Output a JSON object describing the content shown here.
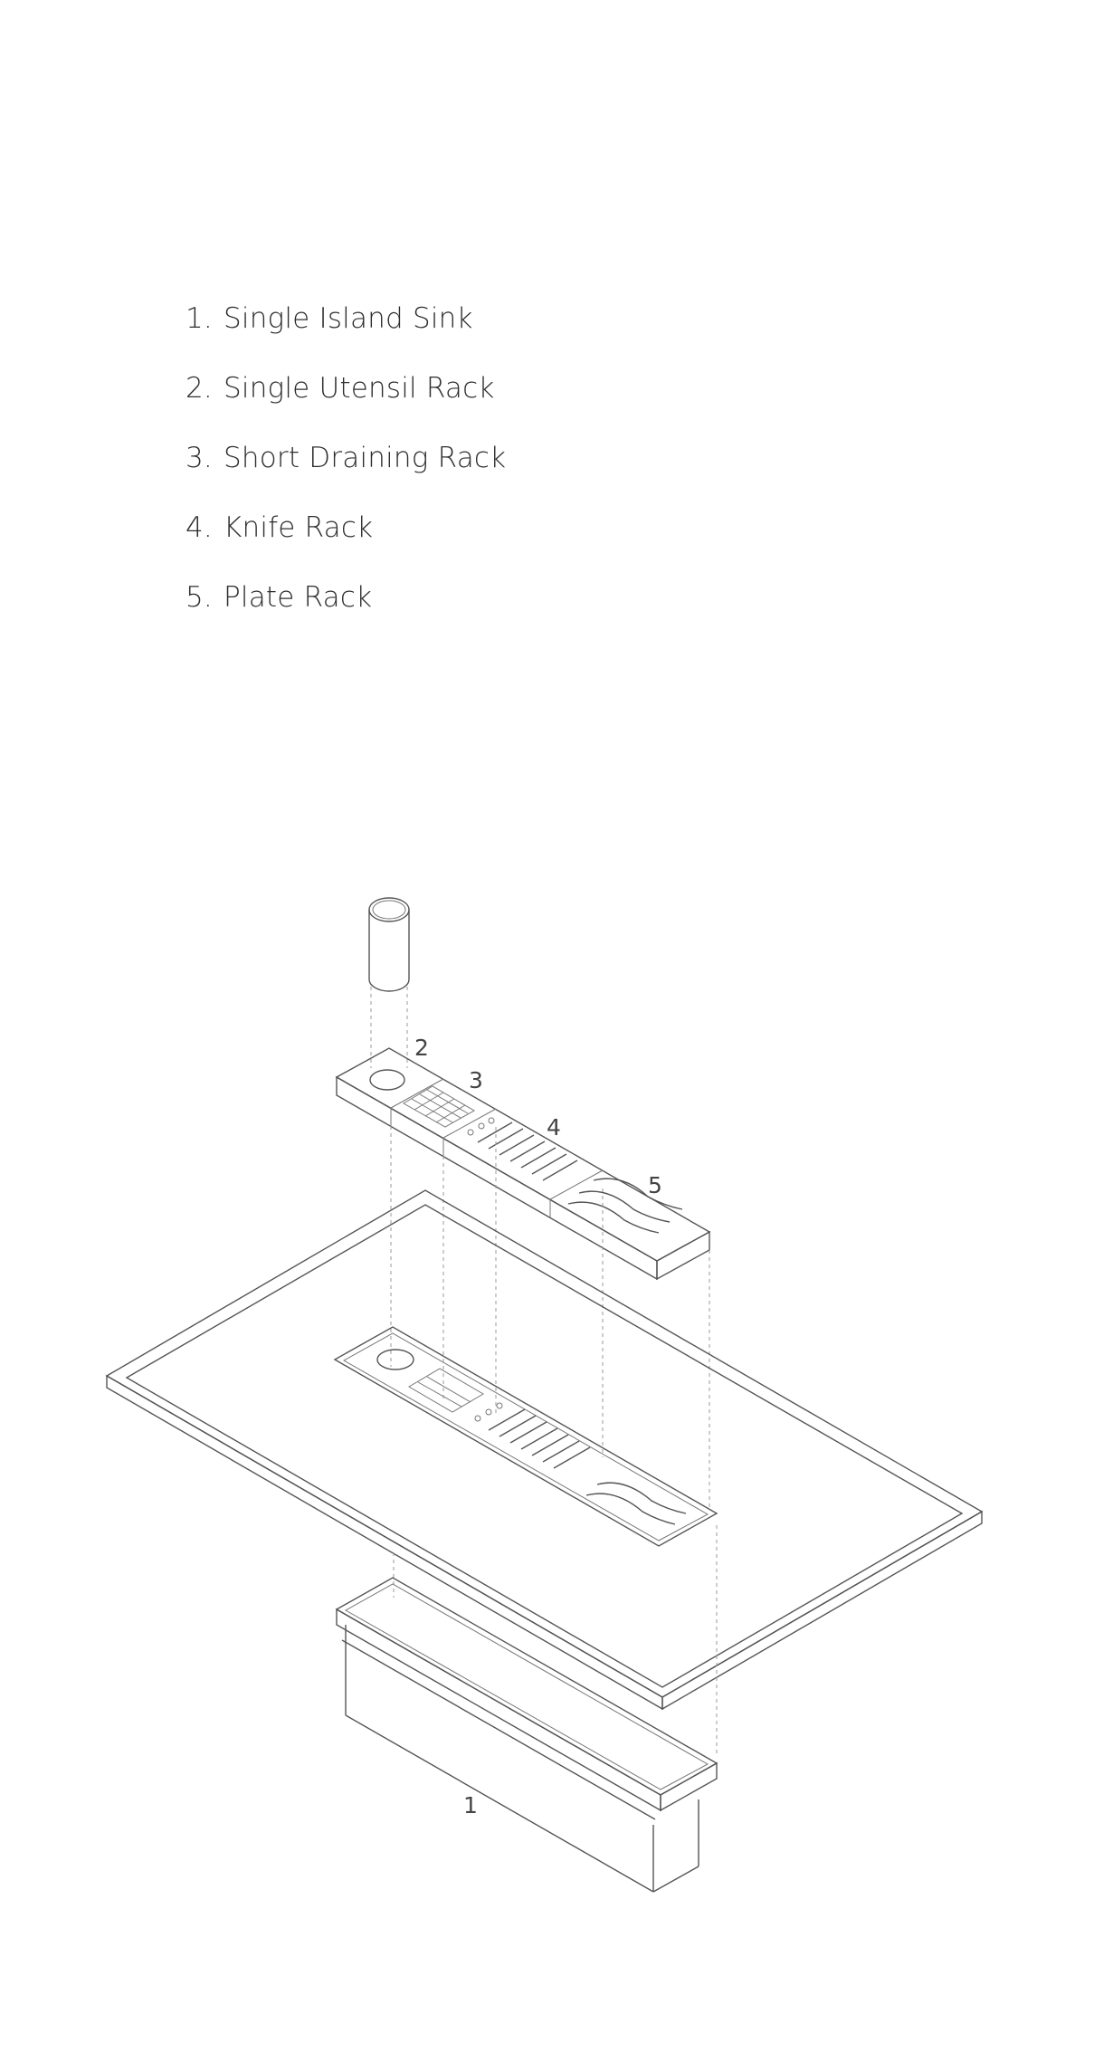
{
  "legend": {
    "items": [
      {
        "number": "1.",
        "label": "Single Island Sink"
      },
      {
        "number": "2.",
        "label": "Single Utensil Rack"
      },
      {
        "number": "3.",
        "label": "Short Draining Rack"
      },
      {
        "number": "4.",
        "label": "Knife Rack"
      },
      {
        "number": "5.",
        "label": "Plate Rack"
      }
    ]
  },
  "diagram": {
    "callouts": {
      "sink": "1",
      "utensil_rack": "2",
      "draining_rack": "3",
      "knife_rack": "4",
      "plate_rack": "5"
    }
  }
}
